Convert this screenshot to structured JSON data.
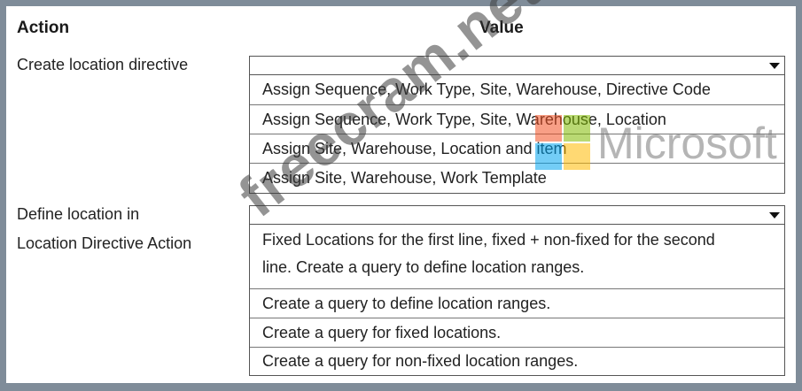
{
  "headers": {
    "action": "Action",
    "value": "Value"
  },
  "rows": [
    {
      "action_lines": [
        "Create location directive"
      ],
      "selected": "",
      "options": [
        "Assign Sequence, Work Type, Site, Warehouse, Directive Code",
        "Assign Sequence, Work Type, Site, Warehouse, Location",
        "Assign Site, Warehouse, Location and item",
        "Assign Site, Warehouse, Work Template"
      ]
    },
    {
      "action_lines": [
        "Define location in",
        "Location Directive Action"
      ],
      "selected": "",
      "options": [
        "Fixed Locations for the first line, fixed + non-fixed for the second line. Create a query to define location ranges.",
        "Create a query to define location ranges.",
        "Create a query for fixed locations.",
        "Create a query for non-fixed location ranges."
      ]
    }
  ],
  "watermark": {
    "text": "freecram.net",
    "brand": "Microsoft",
    "logo_colors": [
      "#f25022",
      "#7fba00",
      "#00a4ef",
      "#ffb900"
    ]
  }
}
